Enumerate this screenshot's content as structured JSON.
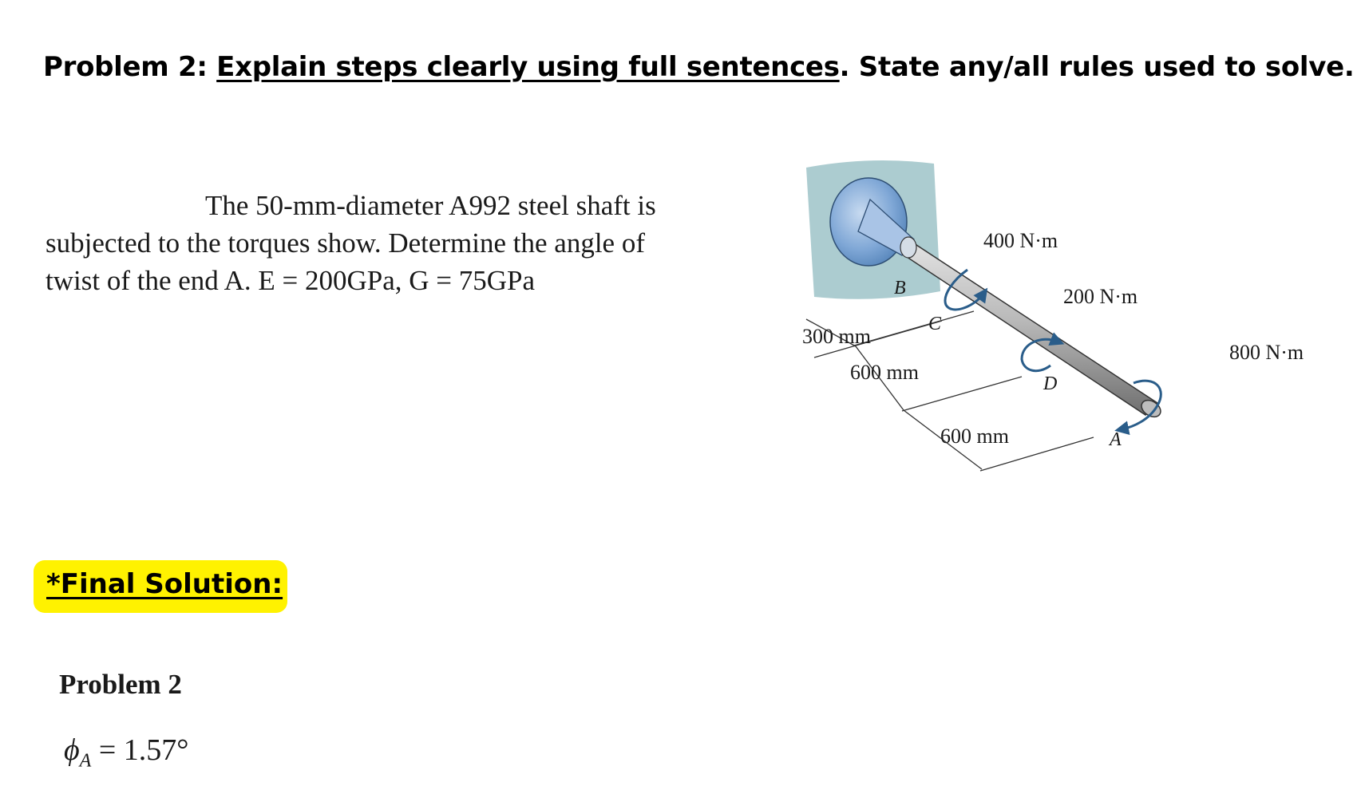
{
  "header": {
    "prefix": "Problem 2: ",
    "underlined": "Explain steps clearly using full sentences",
    "suffix": ". State any/all rules used to solve."
  },
  "statement": {
    "line1": "The 50-mm-diameter A992 steel shaft is",
    "line2": "subjected to the torques show. Determine the angle of",
    "line3": "twist of the end A.  E = 200GPa, G = 75GPa"
  },
  "final_solution": {
    "label": "*Final Solution:",
    "highlight_color": "#fff200"
  },
  "answer": {
    "heading": "Problem 2",
    "symbol": "ϕ",
    "subscript": "A",
    "equals": " = ",
    "value": "1.57°"
  },
  "figure": {
    "torque_c": "400 N·m",
    "torque_d": "200 N·m",
    "torque_a": "800 N·m",
    "dim_bc": "300 mm",
    "dim_cd": "600 mm",
    "dim_da": "600 mm",
    "point_b": "B",
    "point_c": "C",
    "point_d": "D",
    "point_a": "A",
    "arrow_color": "#2a5d8a",
    "wall_color": "#9ec3c8",
    "flange_color": "#7fa7d6"
  }
}
